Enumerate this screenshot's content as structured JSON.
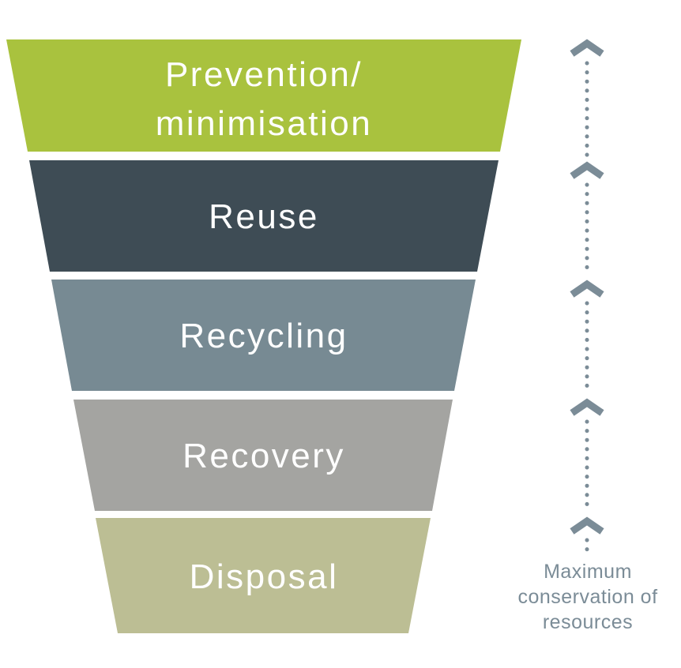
{
  "diagram": {
    "type": "inverted-funnel",
    "background": "#ffffff",
    "label_color": "#ffffff",
    "segments": [
      {
        "id": "prevention",
        "lines": [
          "Prevention/",
          "minimisation"
        ],
        "color": "#a9c23e"
      },
      {
        "id": "reuse",
        "lines": [
          "Reuse"
        ],
        "color": "#3e4c55"
      },
      {
        "id": "recycling",
        "lines": [
          "Recycling"
        ],
        "color": "#778a93"
      },
      {
        "id": "recovery",
        "lines": [
          "Recovery"
        ],
        "color": "#a4a4a1"
      },
      {
        "id": "disposal",
        "lines": [
          "Disposal"
        ],
        "color": "#bcbe94"
      }
    ],
    "arrow": {
      "color": "#7b8c97",
      "direction": "up",
      "caption_lines": [
        "Maximum",
        "conservation of",
        "resources"
      ]
    }
  }
}
